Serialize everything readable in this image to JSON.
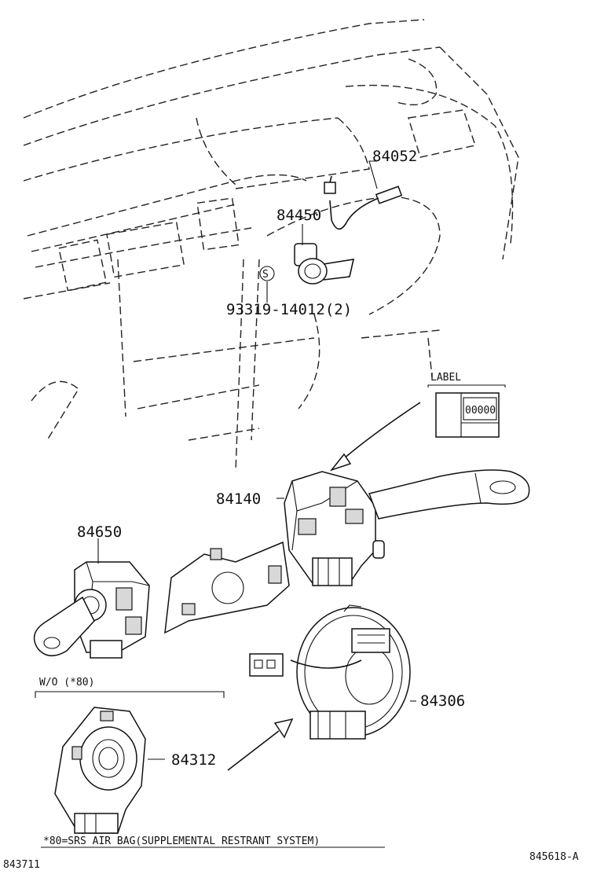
{
  "parts": {
    "p84052": "84052",
    "p84450": "84450",
    "p93319": "93319-14012(2)",
    "p84140": "84140",
    "p84650": "84650",
    "p84306": "84306",
    "p84312": "84312"
  },
  "label_box": {
    "title": "LABEL",
    "code": "00000"
  },
  "screw_symbol": "S",
  "variant_note": "W/O (*80)",
  "footnote": "*80=SRS AIR BAG(SUPPLEMENTAL RESTRANT SYSTEM)",
  "ref_left": "843711",
  "ref_right": "845618-A"
}
